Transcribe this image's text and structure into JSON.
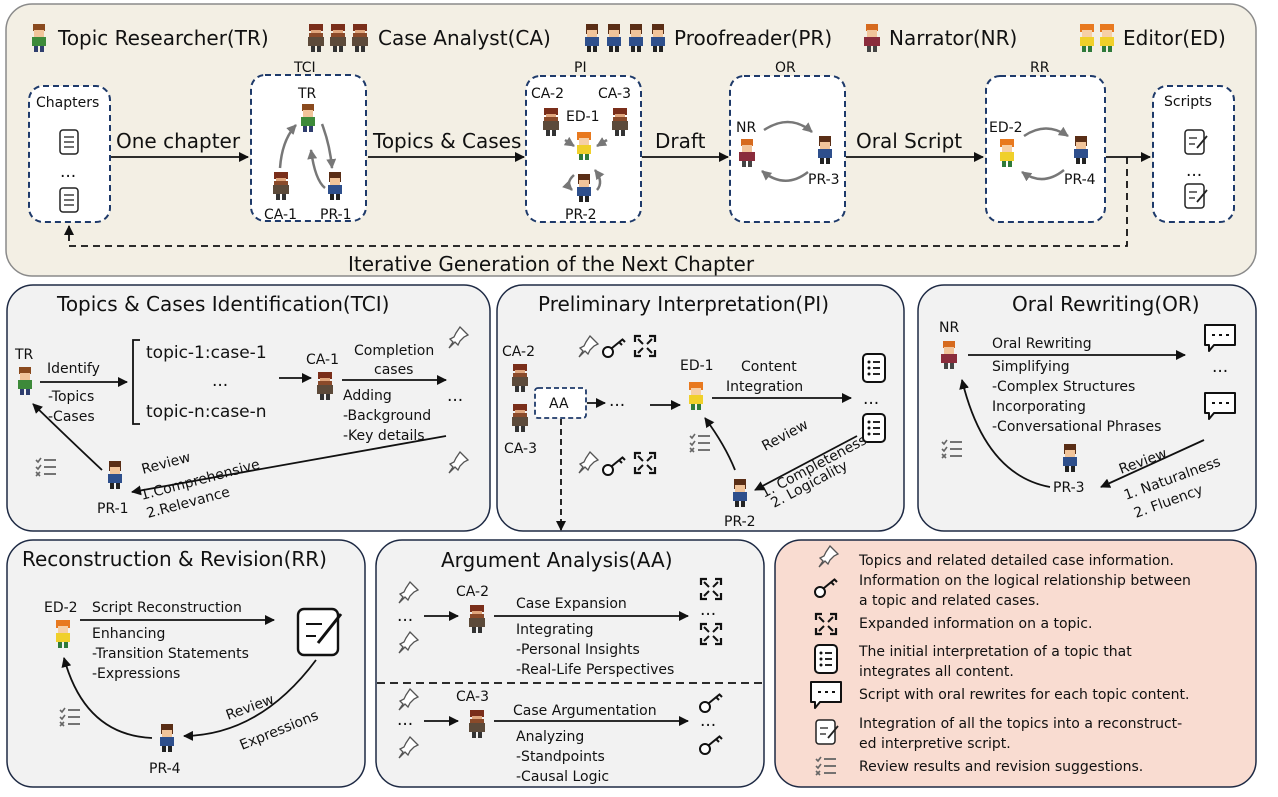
{
  "roles": {
    "tr": "Topic Researcher(TR)",
    "ca": "Case Analyst(CA)",
    "pr": "Proofreader(PR)",
    "nr": "Narrator(NR)",
    "ed": "Editor(ED)"
  },
  "pipeline": {
    "chapters": "Chapters",
    "scripts": "Scripts",
    "dots": "...",
    "one_chapter": "One chapter",
    "topics_cases": "Topics & Cases",
    "draft": "Draft",
    "oral_script": "Oral Script",
    "iterative": "Iterative Generation of the Next Chapter",
    "tci": "TCI",
    "pi": "PI",
    "or": "OR",
    "rr": "RR",
    "tr": "TR",
    "ca1": "CA-1",
    "pr1": "PR-1",
    "ca2": "CA-2",
    "ca3": "CA-3",
    "ed1": "ED-1",
    "pr2": "PR-2",
    "nr": "NR",
    "pr3": "PR-3",
    "ed2": "ED-2",
    "pr4": "PR-4"
  },
  "tci_panel": {
    "title": "Topics & Cases Identification(TCI)",
    "tr": "TR",
    "identify": "Identify",
    "topics": "-Topics",
    "cases": "-Cases",
    "topic1": "topic-1:case-1",
    "dots": "...",
    "topicn": "topic-n:case-n",
    "ca1": "CA-1",
    "completion1": "Completion",
    "completion2": "cases",
    "adding": "Adding",
    "background": "-Background",
    "key_details": "-Key details",
    "review": "Review",
    "comprehensive": "1.Comprehensive",
    "relevance": "2.Relevance",
    "pr1": "PR-1"
  },
  "pi_panel": {
    "title": "Preliminary Interpretation(PI)",
    "ca2": "CA-2",
    "ca3": "CA-3",
    "aa": "AA",
    "dots": "...",
    "ed1": "ED-1",
    "content": "Content",
    "integration": "Integration",
    "review": "Review",
    "completeness": "1. Completeness",
    "logicality": "2. Logicality",
    "pr2": "PR-2"
  },
  "or_panel": {
    "title": "Oral Rewriting(OR)",
    "nr": "NR",
    "oral_rewriting": "Oral Rewriting",
    "simplifying": "Simplifying",
    "complex": "-Complex Structures",
    "incorporating": "Incorporating",
    "conversational": "-Conversational Phrases",
    "dots": "...",
    "review": "Review",
    "naturalness": "1. Naturalness",
    "fluency": "2. Fluency",
    "pr3": "PR-3"
  },
  "rr_panel": {
    "title": "Reconstruction & Revision(RR)",
    "ed2": "ED-2",
    "script_recon": "Script Reconstruction",
    "enhancing": "Enhancing",
    "transition": "-Transition Statements",
    "expressions": "-Expressions",
    "review": "Review",
    "expressions2": "Expressions",
    "pr4": "PR-4"
  },
  "aa_panel": {
    "title": "Argument Analysis(AA)",
    "ca2": "CA-2",
    "case_expansion": "Case Expansion",
    "integrating": "Integrating",
    "personal": "-Personal Insights",
    "reallife": "-Real-Life Perspectives",
    "ca3": "CA-3",
    "case_arg": "Case Argumentation",
    "analyzing": "Analyzing",
    "standpoints": "-Standpoints",
    "causal": "-Causal Logic",
    "dots": "..."
  },
  "legend": {
    "l1": "Topics and related detailed case information.",
    "l2a": "Information on the logical relationship between",
    "l2b": "a topic and related cases.",
    "l3": "Expanded information on a topic.",
    "l4a": "The initial interpretation of a topic that",
    "l4b": "integrates all content.",
    "l5": "Script with oral rewrites for each topic content.",
    "l6a": "Integration of all the topics into a reconstruct-",
    "l6b": "ed interpretive script.",
    "l7": "Review results and revision suggestions."
  },
  "colors": {
    "top_bg": "#f3efe4",
    "panel_bg": "#f2f2f2",
    "legend_bg": "#f9dcd1",
    "border": "#1e2a44",
    "dashed": "#1e3a6a"
  }
}
